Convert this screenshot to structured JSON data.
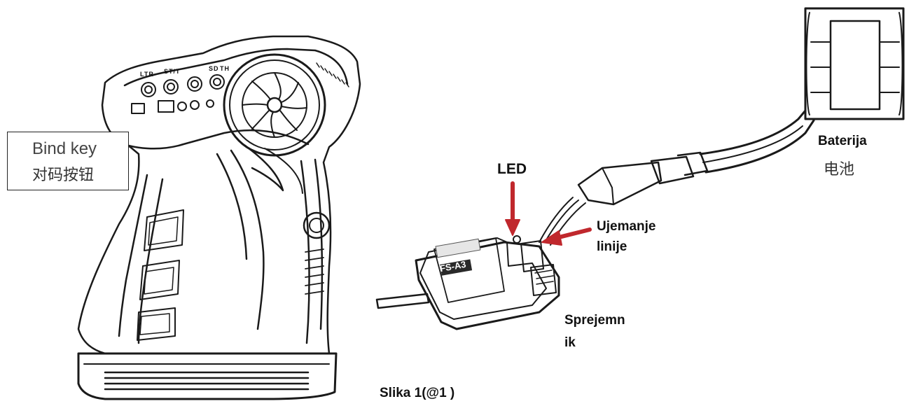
{
  "labels": {
    "bind_key_en": "Bind key",
    "bind_key_cn": "对码按钮",
    "led": "LED",
    "match_line_1": "Ujemanje",
    "match_line_2": "linije",
    "battery": "Baterija",
    "battery_cn": "电池",
    "receiver_1": "Sprejemn",
    "receiver_2": "ik",
    "figure_caption": "Slika 1(@1 )",
    "receiver_model": "FS-A3",
    "dial_labels": [
      "LTR",
      "ST/T",
      "",
      "SD",
      "TH"
    ]
  },
  "colors": {
    "arrow": "#c0282d",
    "line": "#1a1a1a"
  }
}
